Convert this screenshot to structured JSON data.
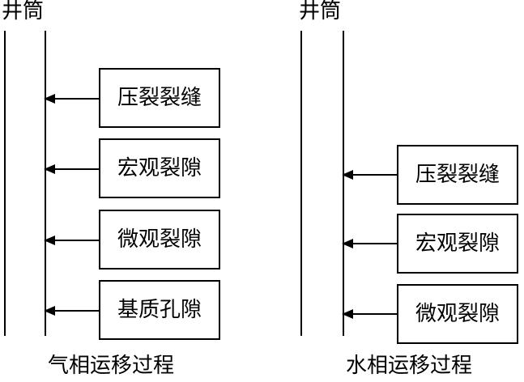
{
  "gas_phase": {
    "wellbore_label": "井筒",
    "boxes": [
      "压裂裂缝",
      "宏观裂隙",
      "微观裂隙",
      "基质孔隙"
    ],
    "caption": "气相运移过程"
  },
  "water_phase": {
    "wellbore_label": "井筒",
    "boxes": [
      "压裂裂缝",
      "宏观裂隙",
      "微观裂隙"
    ],
    "caption": "水相运移过程"
  }
}
